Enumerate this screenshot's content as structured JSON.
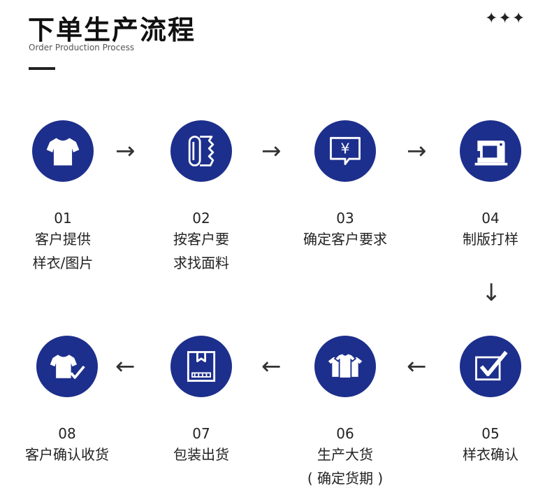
{
  "header": {
    "title": "下单生产流程",
    "subtitle": "Order Production Process",
    "stars": "✦✦✦"
  },
  "steps": [
    {
      "num": "01",
      "line1": "客户提供",
      "line2": "样衣/图片",
      "icon": "t-shirt-icon"
    },
    {
      "num": "02",
      "line1": "按客户要",
      "line2": "求找面料",
      "icon": "fabric-roll-icon"
    },
    {
      "num": "03",
      "line1": "确定客户要求",
      "line2": "",
      "icon": "yen-chat-icon"
    },
    {
      "num": "04",
      "line1": "制版打样",
      "line2": "",
      "icon": "sewing-machine-icon"
    },
    {
      "num": "05",
      "line1": "样衣确认",
      "line2": "",
      "icon": "checkbox-icon"
    },
    {
      "num": "06",
      "line1": "生产大货",
      "line2": "( 确定货期 )",
      "icon": "shirts-batch-icon"
    },
    {
      "num": "07",
      "line1": "包装出货",
      "line2": "",
      "icon": "package-box-icon"
    },
    {
      "num": "08",
      "line1": "客户确认收货",
      "line2": "",
      "icon": "shirt-check-icon"
    }
  ],
  "colors": {
    "circle": "#1d2f8c",
    "text": "#222222"
  },
  "arrows": {
    "right": "→",
    "left": "←",
    "down": "↓"
  }
}
